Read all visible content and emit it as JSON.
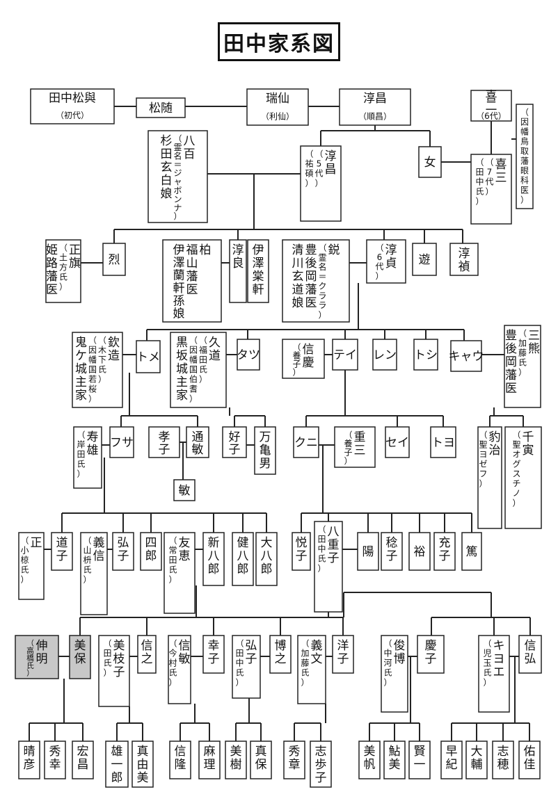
{
  "title": "田中家系図",
  "colors": {
    "line": "#222222",
    "box": "#ffffff",
    "highlight": "#c8c8c8",
    "text": "#111111"
  },
  "people": [
    {
      "id": "shoyo",
      "lines": [
        "田中松與",
        "（初代）"
      ],
      "dir": "h"
    },
    {
      "id": "shozui",
      "lines": [
        "松随"
      ],
      "dir": "h"
    },
    {
      "id": "zuisen",
      "lines": [
        "瑞仙",
        "（利仙）"
      ],
      "dir": "h"
    },
    {
      "id": "junsho",
      "lines": [
        "淳昌",
        "（順昌）"
      ],
      "dir": "h"
    },
    {
      "id": "kiji6",
      "lines": [
        "喜",
        "二",
        "（6代）"
      ],
      "dir": "h"
    },
    {
      "id": "inaba",
      "lines": [
        "（因幡鳥取藩眼科医）"
      ],
      "dir": "v"
    },
    {
      "id": "yao",
      "lines": [
        "八百",
        "（霊名＝ジャボンナ）",
        "杉田玄白娘"
      ],
      "dir": "v"
    },
    {
      "id": "junsho5",
      "lines": [
        "淳昌",
        "（5代）",
        "（祐碩）"
      ],
      "dir": "v"
    },
    {
      "id": "onna",
      "lines": [
        "女"
      ],
      "dir": "h"
    },
    {
      "id": "kiji7",
      "lines": [
        "喜三",
        "（7代）",
        "（田中氏）"
      ],
      "dir": "v"
    },
    {
      "id": "masahata",
      "lines": [
        "正旗",
        "（土方氏）",
        "姫路藩医"
      ],
      "dir": "v"
    },
    {
      "id": "retsu",
      "lines": [
        "烈"
      ],
      "dir": "h"
    },
    {
      "id": "kashiwa",
      "lines": [
        "柏",
        "福山藩医",
        "伊澤蘭軒孫娘"
      ],
      "dir": "v"
    },
    {
      "id": "junryo",
      "lines": [
        "淳良"
      ],
      "dir": "v"
    },
    {
      "id": "izawa",
      "lines": [
        "伊澤棠軒"
      ],
      "dir": "v"
    },
    {
      "id": "ei",
      "lines": [
        "鋭",
        "（霊名＝クララ）",
        "豊後岡藩医",
        "清川玄道娘"
      ],
      "dir": "v"
    },
    {
      "id": "junsada",
      "lines": [
        "淳貞",
        "（6代）"
      ],
      "dir": "v"
    },
    {
      "id": "yu",
      "lines": [
        "遊"
      ],
      "dir": "h"
    },
    {
      "id": "juntei",
      "lines": [
        "淳禎"
      ],
      "dir": "v"
    },
    {
      "id": "kinzo",
      "lines": [
        "欽造",
        "（木下氏）",
        "（因幡国若桜）",
        "鬼ケ城主家"
      ],
      "dir": "v"
    },
    {
      "id": "tome",
      "lines": [
        "トメ"
      ],
      "dir": "h"
    },
    {
      "id": "kyudo",
      "lines": [
        "久道",
        "（福田氏）",
        "（因幡国伯耆）",
        "黒坂城主家"
      ],
      "dir": "v"
    },
    {
      "id": "tatsu",
      "lines": [
        "タツ"
      ],
      "dir": "h"
    },
    {
      "id": "nobuyoshi",
      "lines": [
        "信慶",
        "（養子）"
      ],
      "dir": "v"
    },
    {
      "id": "tei",
      "lines": [
        "テイ"
      ],
      "dir": "h"
    },
    {
      "id": "ren",
      "lines": [
        "レン"
      ],
      "dir": "h"
    },
    {
      "id": "toshi",
      "lines": [
        "トシ"
      ],
      "dir": "h"
    },
    {
      "id": "kyau",
      "lines": [
        "キャウ"
      ],
      "dir": "h"
    },
    {
      "id": "mikuma",
      "lines": [
        "三熊",
        "（加藤氏）",
        "豊後岡藩医"
      ],
      "dir": "v"
    },
    {
      "id": "toshio",
      "lines": [
        "寿雄",
        "（岸田氏）"
      ],
      "dir": "v"
    },
    {
      "id": "fusa",
      "lines": [
        "フサ"
      ],
      "dir": "h"
    },
    {
      "id": "takako",
      "lines": [
        "孝子"
      ],
      "dir": "v"
    },
    {
      "id": "michitoshi",
      "lines": [
        "通敏"
      ],
      "dir": "v"
    },
    {
      "id": "yoshiko",
      "lines": [
        "好子"
      ],
      "dir": "v"
    },
    {
      "id": "mankio",
      "lines": [
        "万亀男"
      ],
      "dir": "v"
    },
    {
      "id": "kuni",
      "lines": [
        "クニ"
      ],
      "dir": "h"
    },
    {
      "id": "juzo",
      "lines": [
        "重三",
        "（養子）"
      ],
      "dir": "v"
    },
    {
      "id": "sei",
      "lines": [
        "セイ"
      ],
      "dir": "h"
    },
    {
      "id": "toyo",
      "lines": [
        "トヨ"
      ],
      "dir": "h"
    },
    {
      "id": "hyoji",
      "lines": [
        "豹治",
        "（聖ヨゼフ）"
      ],
      "dir": "v"
    },
    {
      "id": "chitora",
      "lines": [
        "千寅",
        "（聖オグスチノ）"
      ],
      "dir": "v"
    },
    {
      "id": "satoshi",
      "lines": [
        "敏"
      ],
      "dir": "h"
    },
    {
      "id": "tadashi",
      "lines": [
        "正",
        "（小椋氏）"
      ],
      "dir": "v"
    },
    {
      "id": "michiko",
      "lines": [
        "道子"
      ],
      "dir": "v"
    },
    {
      "id": "yoshinobu",
      "lines": [
        "義信",
        "（山枡氏）"
      ],
      "dir": "v"
    },
    {
      "id": "hiroko1",
      "lines": [
        "弘子"
      ],
      "dir": "v"
    },
    {
      "id": "shiro",
      "lines": [
        "四郎"
      ],
      "dir": "v"
    },
    {
      "id": "tomoe",
      "lines": [
        "友恵",
        "（常田氏）"
      ],
      "dir": "v"
    },
    {
      "id": "shinpachiro",
      "lines": [
        "新八郎"
      ],
      "dir": "v"
    },
    {
      "id": "kenpachiro",
      "lines": [
        "健八郎"
      ],
      "dir": "v"
    },
    {
      "id": "daihachiro",
      "lines": [
        "大八郎"
      ],
      "dir": "v"
    },
    {
      "id": "etsuko",
      "lines": [
        "悦子"
      ],
      "dir": "v"
    },
    {
      "id": "yaeko",
      "lines": [
        "八重子",
        "（田中氏）"
      ],
      "dir": "v"
    },
    {
      "id": "yo",
      "lines": [
        "陽"
      ],
      "dir": "h"
    },
    {
      "id": "minoruko",
      "lines": [
        "稔子"
      ],
      "dir": "v"
    },
    {
      "id": "yutaka",
      "lines": [
        "裕"
      ],
      "dir": "h"
    },
    {
      "id": "mitsuko",
      "lines": [
        "充子"
      ],
      "dir": "v"
    },
    {
      "id": "atsushi",
      "lines": [
        "篤"
      ],
      "dir": "h"
    },
    {
      "id": "nobuaki",
      "lines": [
        "伸明",
        "（高橋氏）"
      ],
      "dir": "v",
      "hl": true
    },
    {
      "id": "miho",
      "lines": [
        "美保"
      ],
      "dir": "v",
      "hl": true
    },
    {
      "id": "mieko",
      "lines": [
        "美枝子",
        "（田氏）"
      ],
      "dir": "v"
    },
    {
      "id": "nobuyuki",
      "lines": [
        "信之"
      ],
      "dir": "v"
    },
    {
      "id": "nobutoshi",
      "lines": [
        "信敏",
        "（今村氏）"
      ],
      "dir": "v"
    },
    {
      "id": "sachiko",
      "lines": [
        "幸子"
      ],
      "dir": "v"
    },
    {
      "id": "hiroko2",
      "lines": [
        "弘子",
        "（田中氏）"
      ],
      "dir": "v"
    },
    {
      "id": "hiroyuki",
      "lines": [
        "博之"
      ],
      "dir": "v"
    },
    {
      "id": "yoshifumi",
      "lines": [
        "義文",
        "（加藤氏）"
      ],
      "dir": "v"
    },
    {
      "id": "yoko",
      "lines": [
        "洋子"
      ],
      "dir": "v"
    },
    {
      "id": "toshihiro",
      "lines": [
        "俊博",
        "（中河氏）"
      ],
      "dir": "v"
    },
    {
      "id": "keiko",
      "lines": [
        "慶子"
      ],
      "dir": "v"
    },
    {
      "id": "kiyoe",
      "lines": [
        "キヨエ",
        "（児玉氏）"
      ],
      "dir": "v"
    },
    {
      "id": "nobuhiro",
      "lines": [
        "信弘"
      ],
      "dir": "v"
    },
    {
      "id": "haruhiko",
      "lines": [
        "晴彦"
      ],
      "dir": "v"
    },
    {
      "id": "hideyuki",
      "lines": [
        "秀幸"
      ],
      "dir": "v"
    },
    {
      "id": "hiromasa",
      "lines": [
        "宏昌"
      ],
      "dir": "v"
    },
    {
      "id": "yuichiro",
      "lines": [
        "雄一郎"
      ],
      "dir": "v"
    },
    {
      "id": "mayumi",
      "lines": [
        "真由美"
      ],
      "dir": "v"
    },
    {
      "id": "nobutaka",
      "lines": [
        "信隆"
      ],
      "dir": "v"
    },
    {
      "id": "mari",
      "lines": [
        "麻理"
      ],
      "dir": "v"
    },
    {
      "id": "miki",
      "lines": [
        "美樹"
      ],
      "dir": "v"
    },
    {
      "id": "maho",
      "lines": [
        "真保"
      ],
      "dir": "v"
    },
    {
      "id": "hideaki",
      "lines": [
        "秀章"
      ],
      "dir": "v"
    },
    {
      "id": "shihoko",
      "lines": [
        "志歩子"
      ],
      "dir": "v"
    },
    {
      "id": "miho2",
      "lines": [
        "美帆"
      ],
      "dir": "v"
    },
    {
      "id": "ayumi",
      "lines": [
        "鮎美"
      ],
      "dir": "v"
    },
    {
      "id": "kenichi",
      "lines": [
        "賢一"
      ],
      "dir": "v"
    },
    {
      "id": "saki",
      "lines": [
        "早紀"
      ],
      "dir": "v"
    },
    {
      "id": "daisuke",
      "lines": [
        "大輔"
      ],
      "dir": "v"
    },
    {
      "id": "shiho",
      "lines": [
        "志穂"
      ],
      "dir": "v"
    },
    {
      "id": "yuka",
      "lines": [
        "佑佳"
      ],
      "dir": "v"
    }
  ]
}
